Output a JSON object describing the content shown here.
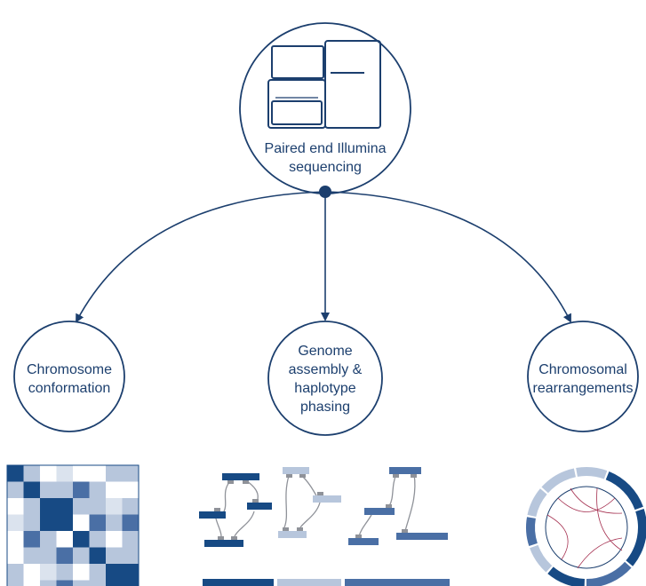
{
  "colors": {
    "primary": "#1c3f6e",
    "dark_blue": "#174a84",
    "mid_blue": "#4a6fa5",
    "light_blue": "#b7c6dc",
    "pale_blue": "#dbe3ee",
    "connector_gray": "#8f9299",
    "arc_red": "#a53050"
  },
  "nodes": {
    "top": {
      "icon": "sequencer-icon",
      "label_lines": [
        "Paired end Illumina",
        "sequencing"
      ]
    },
    "left": {
      "label_lines": [
        "Chromosome",
        "conformation"
      ],
      "visual": "contact-heatmap"
    },
    "middle": {
      "label_lines": [
        "Genome",
        "assembly &",
        "haplotype",
        "phasing"
      ],
      "visual": "contig-scaffolding"
    },
    "right": {
      "label_lines": [
        "Chromosomal",
        "rearrangements"
      ],
      "visual": "circos-plot"
    }
  }
}
